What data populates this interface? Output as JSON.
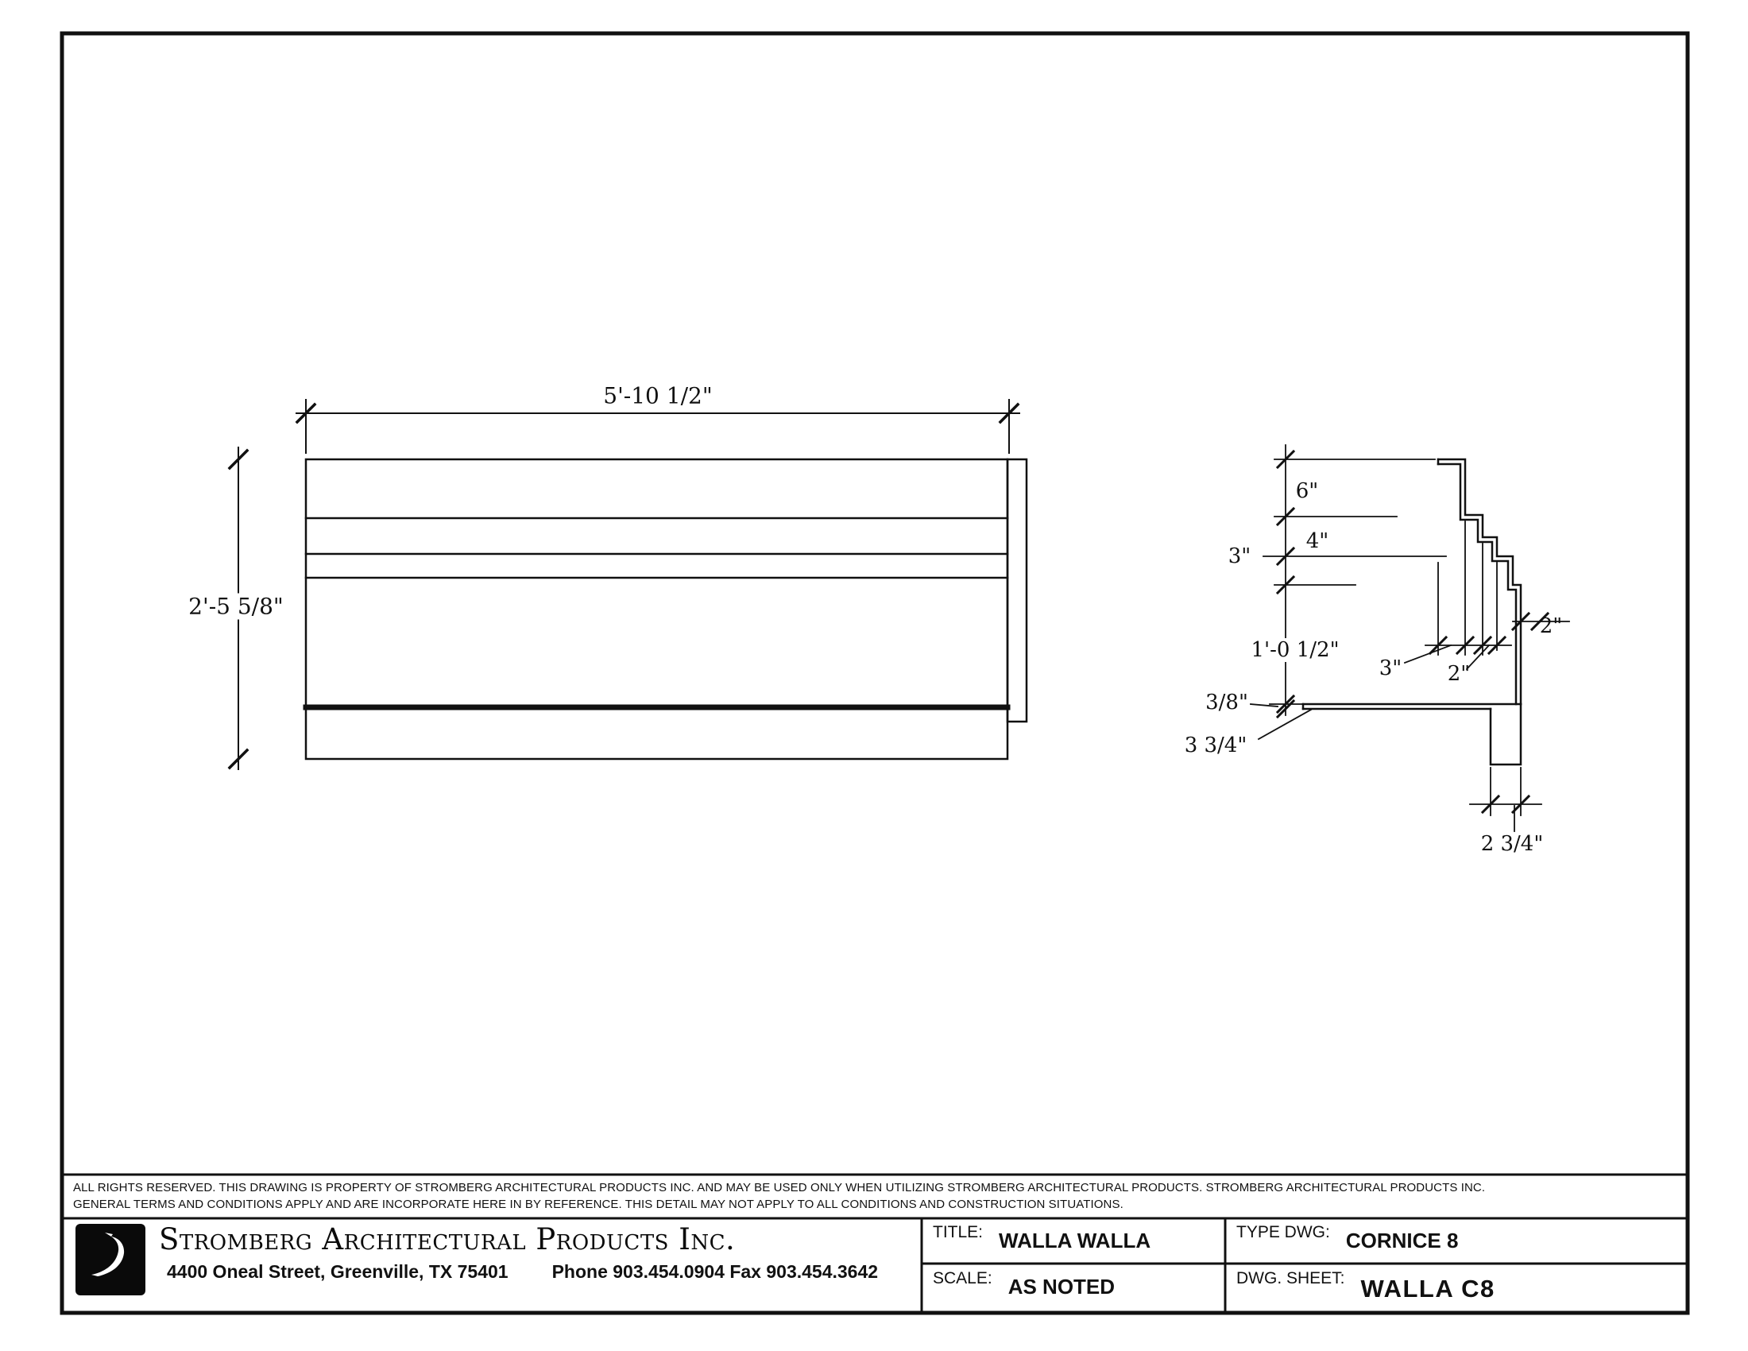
{
  "drawing": {
    "elevation": {
      "width_label": "5'-10 1/2\"",
      "height_label": "2'-5 5/8\""
    },
    "profile": {
      "dim_top": "6\"",
      "dim_second": "4\"",
      "dim_third": "3\"",
      "dim_body": "1'-0 1/2\"",
      "dim_soffit_thickness": "3/8\"",
      "dim_soffit_return": "3 3/4\"",
      "dim_step_a": "3\"",
      "dim_step_b": "2\"",
      "dim_face": "2\"",
      "dim_drip_width": "2 3/4\""
    }
  },
  "disclaimer": {
    "line1": "ALL RIGHTS RESERVED. THIS DRAWING IS PROPERTY OF STROMBERG ARCHITECTURAL PRODUCTS INC. AND MAY BE USED ONLY WHEN UTILIZING STROMBERG ARCHITECTURAL PRODUCTS.  STROMBERG ARCHITECTURAL PRODUCTS INC.",
    "line2": "GENERAL TERMS AND CONDITIONS APPLY AND ARE INCORPORATE HERE IN BY REFERENCE.  THIS DETAIL MAY NOT APPLY TO ALL CONDITIONS AND CONSTRUCTION SITUATIONS."
  },
  "title_block": {
    "company": "Stromberg Architectural Products Inc.",
    "address": "4400 Oneal Street, Greenville, TX  75401",
    "phone_fax": "Phone 903.454.0904   Fax 903.454.3642",
    "title_label": "TITLE:",
    "title_value": "WALLA WALLA",
    "type_label": "TYPE DWG:",
    "type_value": "CORNICE 8",
    "scale_label": "SCALE:",
    "scale_value": "AS NOTED",
    "sheet_label": "DWG. SHEET:",
    "sheet_value": "WALLA C8"
  }
}
